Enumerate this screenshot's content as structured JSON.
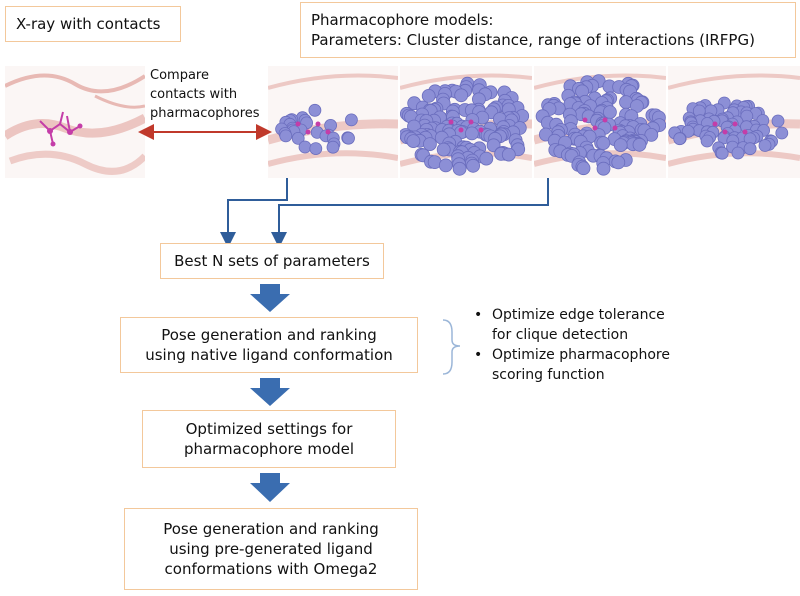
{
  "header_left": {
    "label": "X-ray with contacts"
  },
  "header_right": {
    "line1": "Pharmacophore models:",
    "line2": "Parameters: Cluster distance, range of interactions (IRFPG)"
  },
  "compare_label": [
    "Compare",
    "contacts with",
    "pharmacophores"
  ],
  "steps": {
    "best": [
      "Best N sets of parameters"
    ],
    "pose_native": [
      "Pose generation and ranking",
      "using native ligand conformation"
    ],
    "optimized": [
      "Optimized settings for",
      "pharmacophore model"
    ],
    "pose_omega": [
      "Pose generation and ranking",
      "using pre-generated ligand",
      "conformations with Omega2"
    ]
  },
  "bullets": [
    [
      "Optimize edge tolerance",
      "for clique detection"
    ],
    [
      "Optimize pharmacophore",
      "scoring function"
    ]
  ],
  "colors": {
    "box_border": "#f3c89b",
    "arrow_blue": "#3a6db0",
    "connector": "#2f5d9a",
    "double_arrow": "#c0392b",
    "sphere": "#8c8fd6",
    "ribbon": "#e8b9b4",
    "ligand": "#c43da8"
  }
}
